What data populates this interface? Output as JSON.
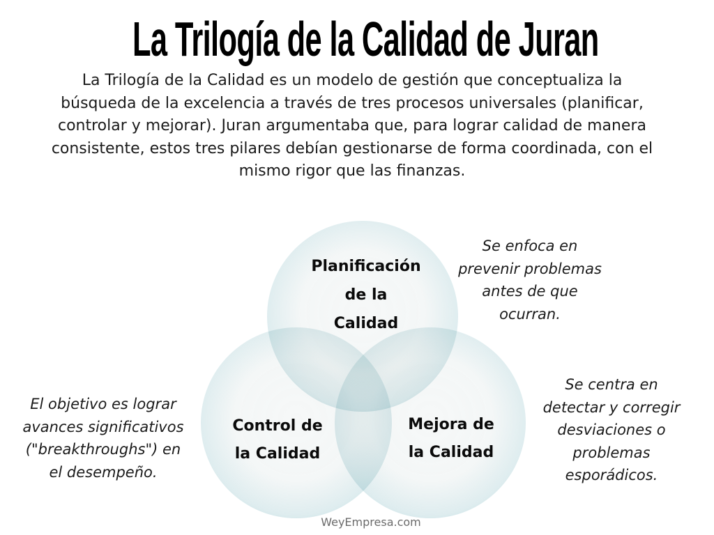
{
  "title": "La Trilogía de la Calidad de Juran",
  "intro": "La Trilogía de la Calidad es un modelo de gestión que conceptualiza la búsqueda de la excelencia a través de tres procesos universales (planificar, controlar y mejorar). Juran argumentaba que, para lograr calidad de manera consistente, estos tres pilares debían gestionarse de forma coordinada, con el mismo rigor que las finanzas.",
  "colors": {
    "circle_edge": "#6FB7C2",
    "circle_center": "#F3F5F5",
    "text": "#111111",
    "footer": "#6B6B6B"
  },
  "diagram": {
    "type": "venn-3",
    "circles": [
      {
        "id": "planificacion",
        "lines": [
          "Planificación",
          "de la",
          "Calidad"
        ]
      },
      {
        "id": "control",
        "lines": [
          "Control de",
          "la Calidad"
        ]
      },
      {
        "id": "mejora",
        "lines": [
          "Mejora de",
          "la Calidad"
        ]
      }
    ]
  },
  "notes": {
    "planning": [
      "Se enfoca en",
      "prevenir problemas",
      "antes de que",
      "ocurran."
    ],
    "left": [
      "El objetivo es lograr",
      "avances significativos",
      "(\"breakthroughs\") en",
      "el desempeño."
    ],
    "right": [
      "Se centra en",
      "detectar y corregir",
      "desviaciones o",
      "problemas",
      "esporádicos."
    ]
  },
  "footer": "WeyEmpresa.com"
}
